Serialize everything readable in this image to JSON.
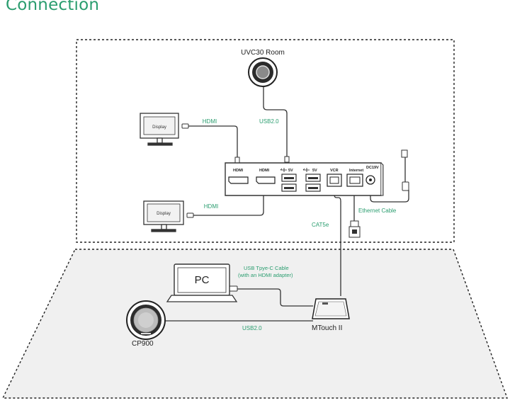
{
  "title": "Connection",
  "colors": {
    "accent": "#2a9d6f",
    "line": "#333333",
    "floor": "#f0f0f0"
  },
  "devices": {
    "camera": "UVC30 Room",
    "display_top": "Display",
    "display_bottom": "Display",
    "pc": "PC",
    "speaker": "CP900",
    "touch": "MTouch II"
  },
  "ports": {
    "hdmi1": "HDMI",
    "hdmi2": "HDMI",
    "usb1": "5V",
    "usb2": "5V",
    "vcr": "VCR",
    "internet": "Internet",
    "dc": "DC19V"
  },
  "cables": {
    "hdmi_top": "HDMI",
    "hdmi_bottom": "HDMI",
    "usb_camera": "USB2.0",
    "ethernet": "Ethernet Cable",
    "cat5e": "CAT5e",
    "usb_c_line1": "USB Tpye-C Cable",
    "usb_c_line2": "(with an HDMI adapter)",
    "usb_speaker": "USB2.0"
  }
}
